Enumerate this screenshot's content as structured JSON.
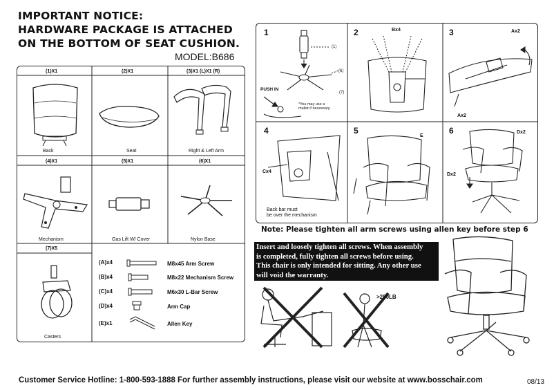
{
  "notice": {
    "line1": "IMPORTANT NOTICE:",
    "line2": "HARDWARE PACKAGE IS ATTACHED",
    "line3": "ON THE BOTTOM OF SEAT CUSHION."
  },
  "model": "MODEL:B686",
  "parts": [
    {
      "qty": "(1)X1",
      "name": "Back"
    },
    {
      "qty": "(2)X1",
      "name": "Seat"
    },
    {
      "qty": "(3)X1 (L)X1 (R)",
      "name": "Right & Left Arm"
    },
    {
      "qty": "(4)X1",
      "name": "Mechanism"
    },
    {
      "qty": "(5)X1",
      "name": "Gas Lift W/ Cover"
    },
    {
      "qty": "(6)X1",
      "name": "Nylon Base"
    },
    {
      "qty": "(7)X5",
      "name": "Casters"
    }
  ],
  "hardware": [
    {
      "code": "(A)x4",
      "desc": "M8x45  Arm Screw"
    },
    {
      "code": "(B)x4",
      "desc": "M8x22  Mechanism Screw"
    },
    {
      "code": "(C)x4",
      "desc": "M6x30  L-Bar Screw"
    },
    {
      "code": "(D)x4",
      "desc": "Arm Cap"
    },
    {
      "code": "(E)x1",
      "desc": "Allen Key"
    }
  ],
  "steps": {
    "s1": {
      "num": "1",
      "push_in": "PUSH IN",
      "c1": "(1)",
      "c6": "(6)",
      "c7": "(7)",
      "mallet1": "*You may use a",
      "mallet2": "mallet if necessary."
    },
    "s2": {
      "num": "2",
      "label": "Bx4"
    },
    "s3": {
      "num": "3",
      "label1": "Ax2",
      "label2": "Ax2"
    },
    "s4": {
      "num": "4",
      "label": "Cx4",
      "note1": "Back bar must",
      "note2": "be over the mechanism"
    },
    "s5": {
      "num": "5",
      "e": "E"
    },
    "s6": {
      "num": "6",
      "label1": "Dx2",
      "label2": "Dx2"
    }
  },
  "note": "Note: Please tighten all arm screws using allen key before step 6",
  "warning": {
    "l1": "Insert and loosely tighten all screws. When assembly",
    "l2": "is completed, fully tighten all screws before using.",
    "l3": "This chair is only intended for sitting. Any other use",
    "l4": "will void the warranty."
  },
  "weight_limit": ">250LB",
  "footer": "Customer Service Hotline: 1-800-593-1888   For further assembly instructions,   please visit our website at   www.bosschair.com",
  "page_number": "08/13"
}
